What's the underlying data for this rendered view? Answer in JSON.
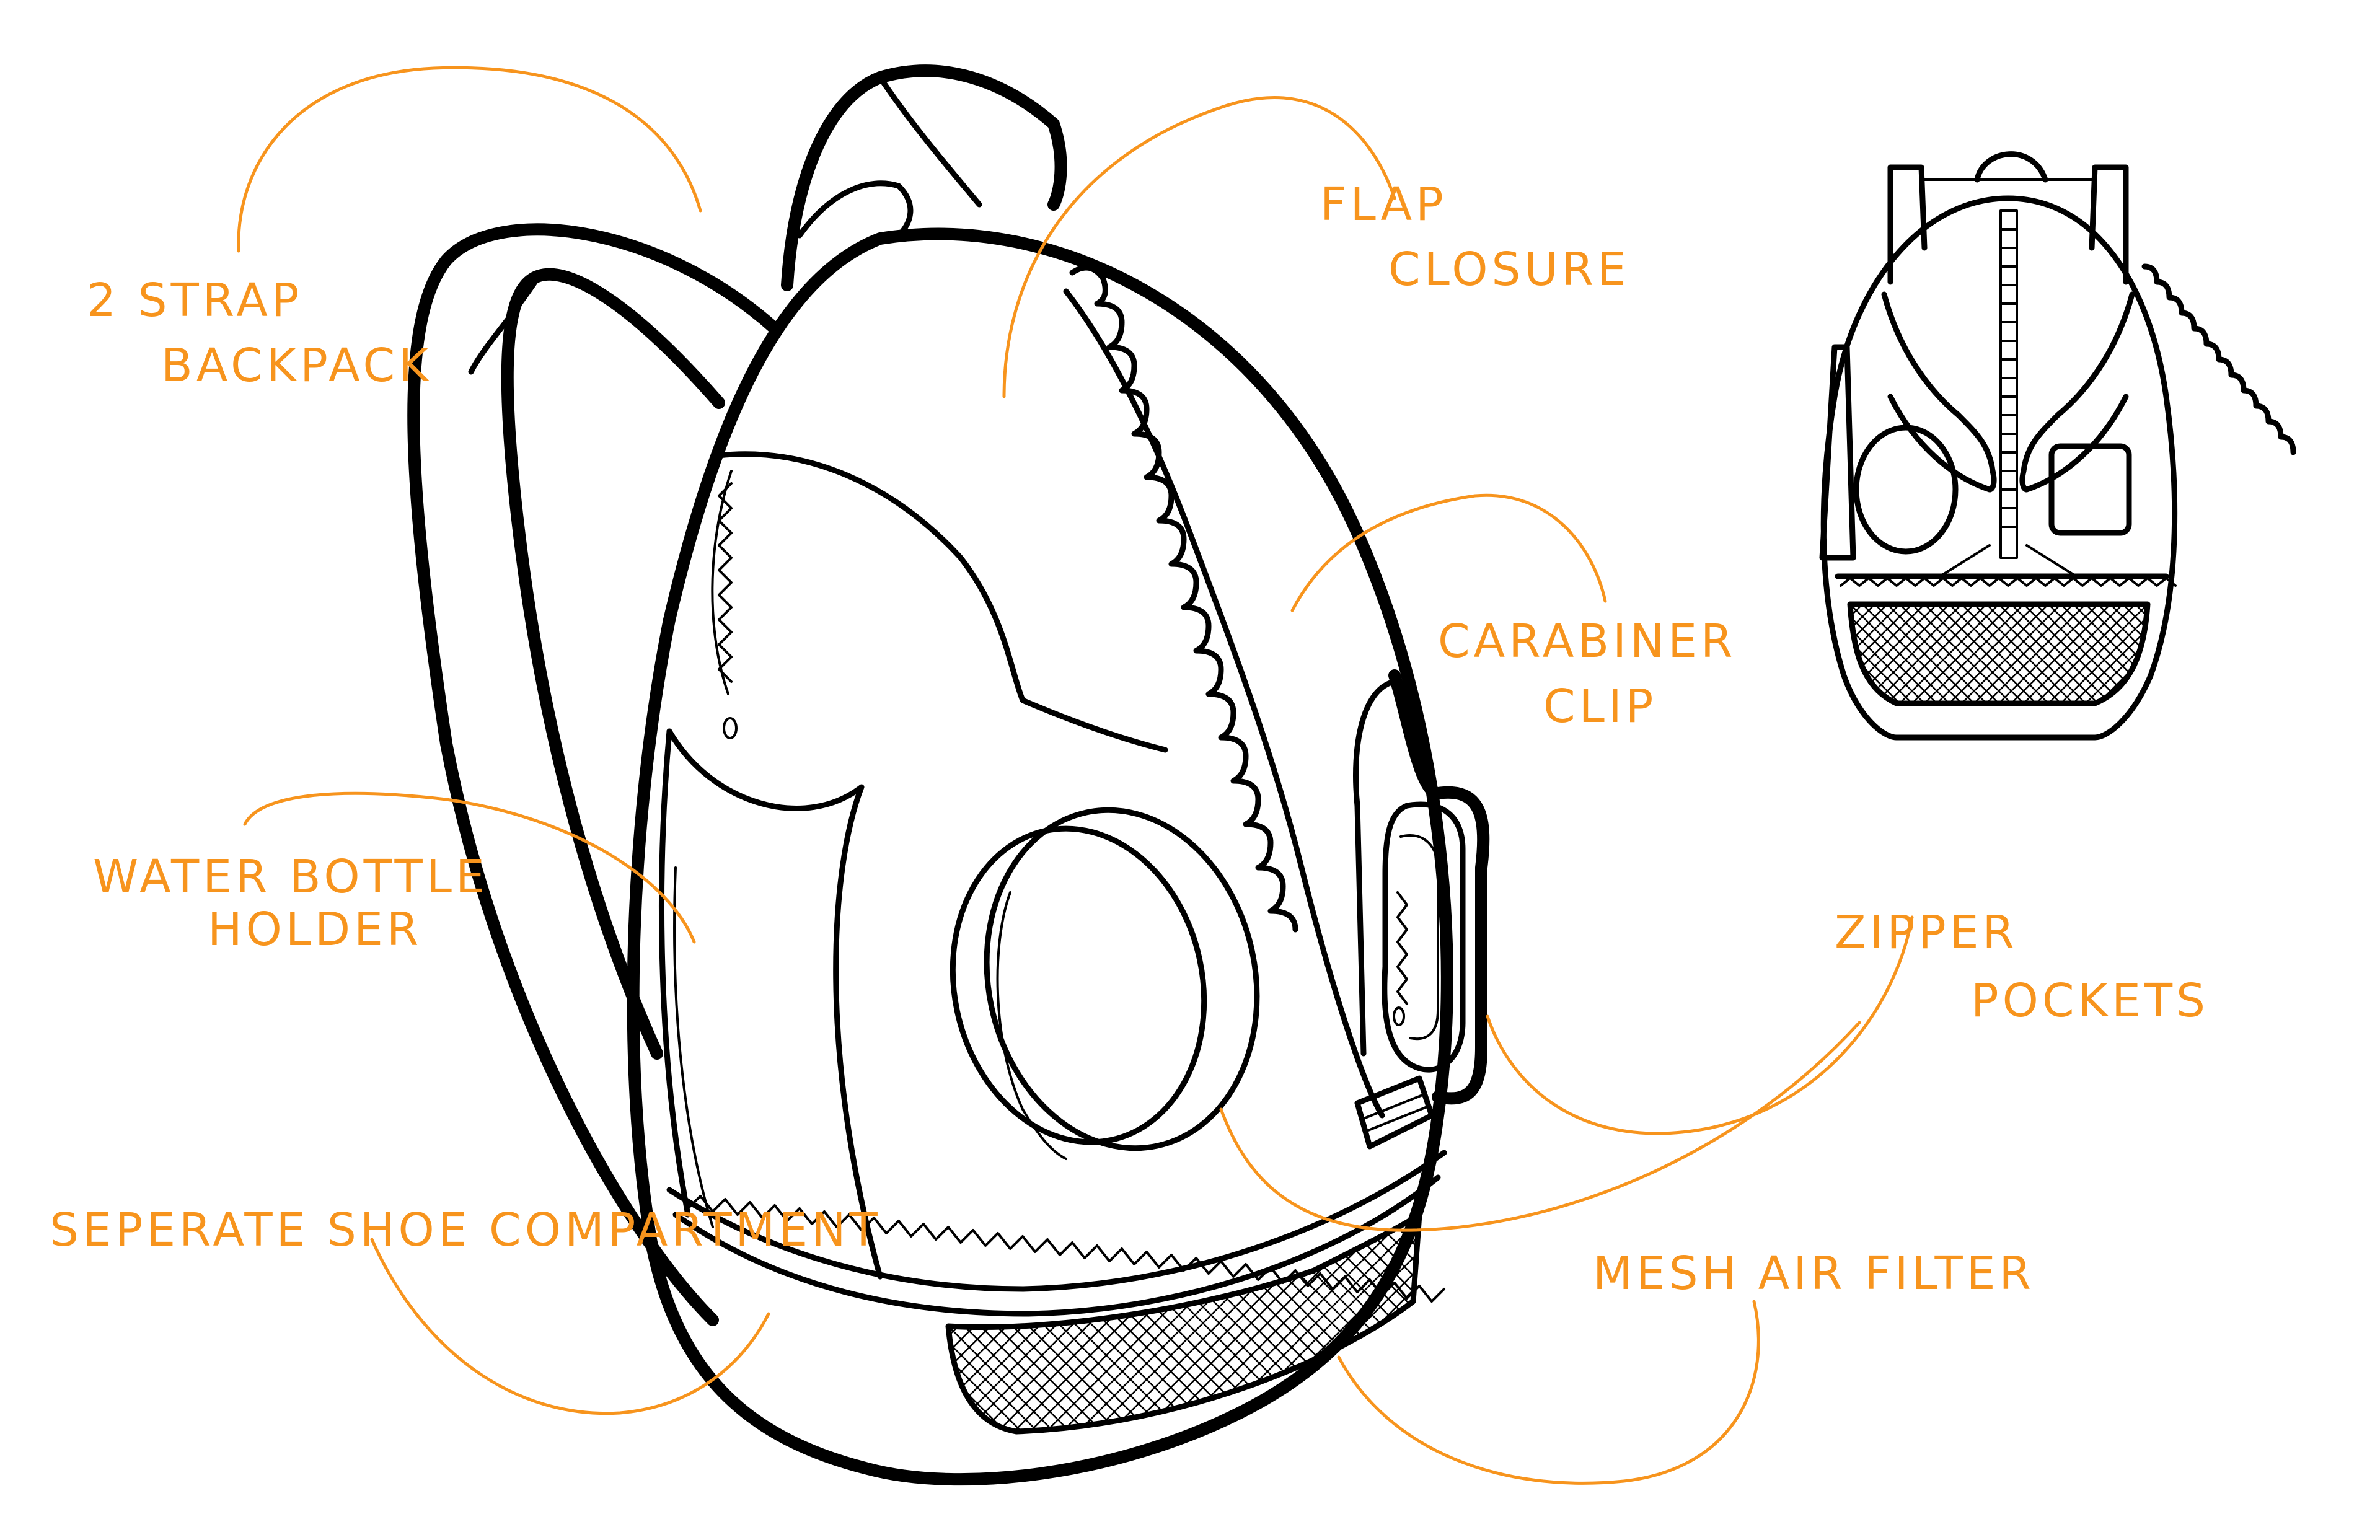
{
  "colors": {
    "annotation": "#F7941D",
    "line_art": "#000000",
    "background": "#FFFFFF"
  },
  "annotations": {
    "two_strap": {
      "line1": "2 STRAP",
      "line2": "BACKPACK"
    },
    "flap_closure": {
      "line1": "FLAP",
      "line2": "CLOSURE"
    },
    "carabiner_clip": {
      "line1": "CARABINER",
      "line2": "CLIP"
    },
    "water_bottle": {
      "line1": "WATER BOTTLE",
      "line2": "HOLDER"
    },
    "zipper_pockets": {
      "line1": "ZIPPER",
      "line2": "POCKETS"
    },
    "shoe_compartment": {
      "line1": "SEPERATE SHOE COMPARTMENT"
    },
    "mesh_filter": {
      "line1": "MESH AIR FILTER"
    }
  }
}
